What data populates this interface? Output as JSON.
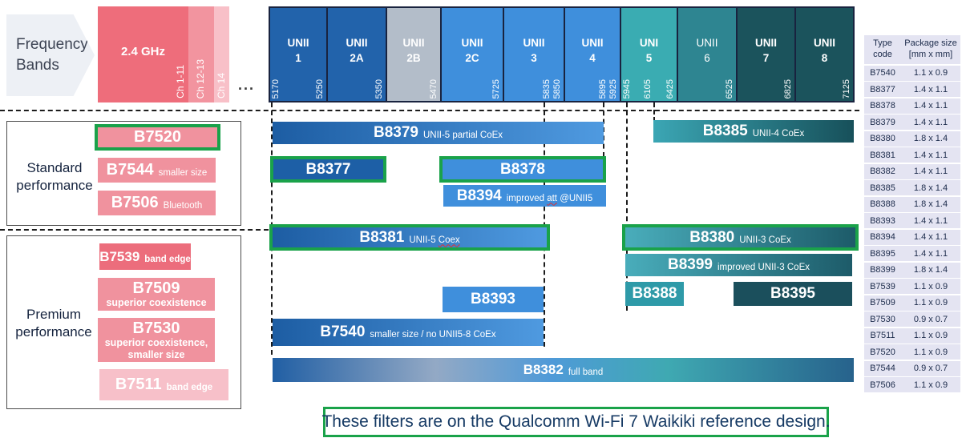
{
  "colors": {
    "accent_green": "#1aa24a",
    "navy_blue": "#2263ab",
    "medium_blue": "#3f8fdc",
    "teal": "#3aacb2",
    "dark_teal": "#1b535c",
    "pink": "#f0929e",
    "red_pink": "#ec6d7c",
    "light_pink": "#f7c0c9"
  },
  "frequency_header": {
    "label_line1": "Frequency",
    "label_line2": "Bands",
    "ellipsis": "...",
    "band_24ghz": {
      "name": "2.4 GHz",
      "segments": [
        {
          "label": "Ch 1-11"
        },
        {
          "label": "Ch 12-13"
        },
        {
          "label": "Ch 14"
        }
      ]
    },
    "unii_bands": [
      {
        "id": "unii1",
        "line1": "UNII",
        "line2": "1",
        "tone": "navy",
        "freqs": [
          {
            "t": "5170",
            "pos": "left"
          },
          {
            "t": "5250",
            "pos": "right"
          }
        ]
      },
      {
        "id": "unii2a",
        "line1": "UNII",
        "line2": "2A",
        "tone": "navy",
        "freqs": [
          {
            "t": "5350",
            "pos": "right"
          }
        ]
      },
      {
        "id": "unii2b",
        "line1": "UNII",
        "line2": "2B",
        "tone": "gray",
        "freqs": [
          {
            "t": "5470",
            "pos": "right"
          }
        ]
      },
      {
        "id": "unii2c",
        "line1": "UNII",
        "line2": "2C",
        "tone": "blue",
        "freqs": [
          {
            "t": "5725",
            "pos": "right"
          }
        ]
      },
      {
        "id": "unii3",
        "line1": "UNII",
        "line2": "3",
        "tone": "blue",
        "freqs": [
          {
            "t": "5835",
            "pos": "right-inner"
          },
          {
            "t": "5850",
            "pos": "right"
          }
        ]
      },
      {
        "id": "unii4",
        "line1": "UNII",
        "line2": "4",
        "tone": "blue",
        "freqs": [
          {
            "t": "5895",
            "pos": "right-inner"
          },
          {
            "t": "5925",
            "pos": "right"
          }
        ]
      },
      {
        "id": "unii5",
        "line1": "UNI",
        "line2": "5",
        "tone": "teal",
        "freqs": [
          {
            "t": "5945",
            "pos": "left"
          },
          {
            "t": "6105",
            "pos": "mid"
          },
          {
            "t": "6425",
            "pos": "right"
          }
        ]
      },
      {
        "id": "unii6",
        "line1": "UNII",
        "line2": "6",
        "tone": "midteal",
        "freqs": [
          {
            "t": "6525",
            "pos": "right"
          }
        ]
      },
      {
        "id": "unii7",
        "line1": "UNII",
        "line2": "7",
        "tone": "darkteal",
        "freqs": [
          {
            "t": "6825",
            "pos": "right"
          }
        ]
      },
      {
        "id": "unii8",
        "line1": "UNII",
        "line2": "8",
        "tone": "darkteal",
        "freqs": [
          {
            "t": "7125",
            "pos": "right"
          }
        ]
      }
    ]
  },
  "groups": [
    {
      "id": "standard",
      "label_line1": "Standard",
      "label_line2": "performance",
      "bars": [
        {
          "id": "b7520",
          "name": "B7520",
          "sub": "",
          "tone": "pink",
          "outlined": true
        },
        {
          "id": "b7544",
          "name": "B7544",
          "sub": "smaller size",
          "tone": "pink"
        },
        {
          "id": "b7506",
          "name": "B7506",
          "sub": "Bluetooth",
          "tone": "pink"
        }
      ]
    },
    {
      "id": "premium",
      "label_line1": "Premium",
      "label_line2": "performance",
      "bars": [
        {
          "id": "b7539",
          "name": "B7539",
          "sub": "band edge",
          "tone": "red"
        },
        {
          "id": "b7509",
          "name": "B7509",
          "sub": "superior coexistence",
          "tone": "pink"
        },
        {
          "id": "b7530",
          "name": "B7530",
          "sub": "superior coexistence, smaller size",
          "tone": "pink"
        },
        {
          "id": "b7511",
          "name": "B7511",
          "sub": "band edge",
          "tone": "lightpink"
        }
      ]
    }
  ],
  "filter_bars": [
    {
      "id": "b8379",
      "name": "B8379",
      "sub": "UNII-5 partial CoEx",
      "fill": "grad-blue"
    },
    {
      "id": "b8385",
      "name": "B8385",
      "sub": "UNII-4 CoEx",
      "fill": "grad-teal-deep"
    },
    {
      "id": "b8377",
      "name": "B8377",
      "sub": "",
      "fill": "solid-navy",
      "outlined": true
    },
    {
      "id": "b8378",
      "name": "B8378",
      "sub": "",
      "fill": "solid-blue",
      "outlined": true
    },
    {
      "id": "b8394",
      "name": "B8394",
      "sub": "improved att @UNII5",
      "wavy": "att",
      "fill": "solid-blue"
    },
    {
      "id": "b8381",
      "name": "B8381",
      "sub": "UNII-5 Coex",
      "wavy": "Coex",
      "fill": "grad-blue",
      "outlined": true
    },
    {
      "id": "b8380",
      "name": "B8380",
      "sub": "UNII-3 CoEx",
      "fill": "grad-teal",
      "outlined": true
    },
    {
      "id": "b8399",
      "name": "B8399",
      "sub": "improved UNII-3 CoEx",
      "fill": "grad-teal"
    },
    {
      "id": "b8393",
      "name": "B8393",
      "sub": "",
      "fill": "solid-blue"
    },
    {
      "id": "b8388",
      "name": "B8388",
      "sub": "",
      "fill": "solid-teal"
    },
    {
      "id": "b8395",
      "name": "B8395",
      "sub": "",
      "fill": "solid-darkteal"
    },
    {
      "id": "b7540",
      "name": "B7540",
      "sub": "smaller size / no UNII5-8 CoEx",
      "fill": "grad-blue"
    },
    {
      "id": "b8382",
      "name": "B8382",
      "sub": "full band",
      "fill": "grad-fullband"
    }
  ],
  "package_table": {
    "col1_header": "Type code",
    "col2_header": "Package size [mm x mm]",
    "rows": [
      {
        "code": "B7540",
        "size": "1.1 x 0.9"
      },
      {
        "code": "B8377",
        "size": "1.4 x 1.1"
      },
      {
        "code": "B8378",
        "size": "1.4 x 1.1"
      },
      {
        "code": "B8379",
        "size": "1.4 x 1.1"
      },
      {
        "code": "B8380",
        "size": "1.8 x 1.4"
      },
      {
        "code": "B8381",
        "size": "1.4 x 1.1"
      },
      {
        "code": "B8382",
        "size": "1.4 x 1.1"
      },
      {
        "code": "B8385",
        "size": "1.8 x 1.4"
      },
      {
        "code": "B8388",
        "size": "1.8 x 1.4"
      },
      {
        "code": "B8393",
        "size": "1.4 x 1.1"
      },
      {
        "code": "B8394",
        "size": "1.4 x 1.1"
      },
      {
        "code": "B8395",
        "size": "1.4 x 1.1"
      },
      {
        "code": "B8399",
        "size": "1.8 x 1.4"
      },
      {
        "code": "B7539",
        "size": "1.1 x 0.9"
      },
      {
        "code": "B7509",
        "size": "1.1 x 0.9"
      },
      {
        "code": "B7530",
        "size": "0.9 x 0.7"
      },
      {
        "code": "B7511",
        "size": "1.1 x 0.9"
      },
      {
        "code": "B7520",
        "size": "1.1 x 0.9"
      },
      {
        "code": "B7544",
        "size": "0.9 x 0.7"
      },
      {
        "code": "B7506",
        "size": "1.1 x 0.9"
      }
    ]
  },
  "caption": "These filters are on the Qualcomm Wi-Fi 7 Waikiki reference design."
}
